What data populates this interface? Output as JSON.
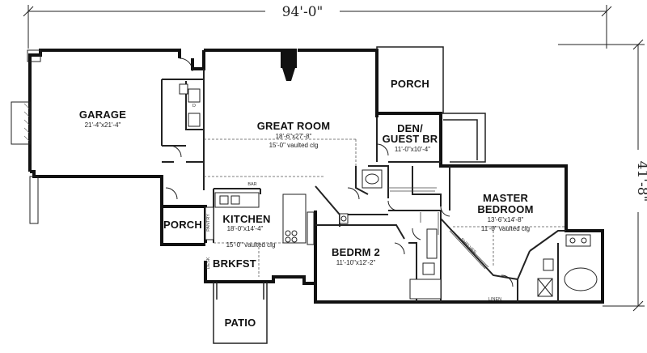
{
  "dimensions": {
    "width_overall": "94'-0\"",
    "depth_overall": "41'-8\""
  },
  "rooms": {
    "garage": {
      "name": "GARAGE",
      "size": "21'-4\"x21'-4\""
    },
    "great_room": {
      "name": "GREAT ROOM",
      "size": "18'-6\"x27'-8\"",
      "note": "15'-0\" vaulted clg"
    },
    "porch_front": {
      "name": "PORCH"
    },
    "den": {
      "name": "DEN/",
      "name2": "GUEST BR",
      "size": "11'-0\"x10'-4\""
    },
    "master": {
      "name": "MASTER",
      "name2": "BEDROOM",
      "size": "13'-6\"x14'-8\"",
      "note": "11'-0\" vaulted clg"
    },
    "porch_side": {
      "name": "PORCH"
    },
    "kitchen": {
      "name": "KITCHEN",
      "size": "18'-0\"x14'-4\"",
      "note": "15'-0\" vaulted clg"
    },
    "brkfst": {
      "name": "BRKFST"
    },
    "bedroom2": {
      "name": "BEDRM 2",
      "size": "11'-10\"x12'-2\""
    },
    "patio": {
      "name": "PATIO"
    }
  },
  "labels": {
    "bar": "BAR",
    "pantry": "PANTRY",
    "desk": "DESK",
    "linen": "LINEN",
    "shelves": "SHELVES",
    "dryer": "D"
  }
}
